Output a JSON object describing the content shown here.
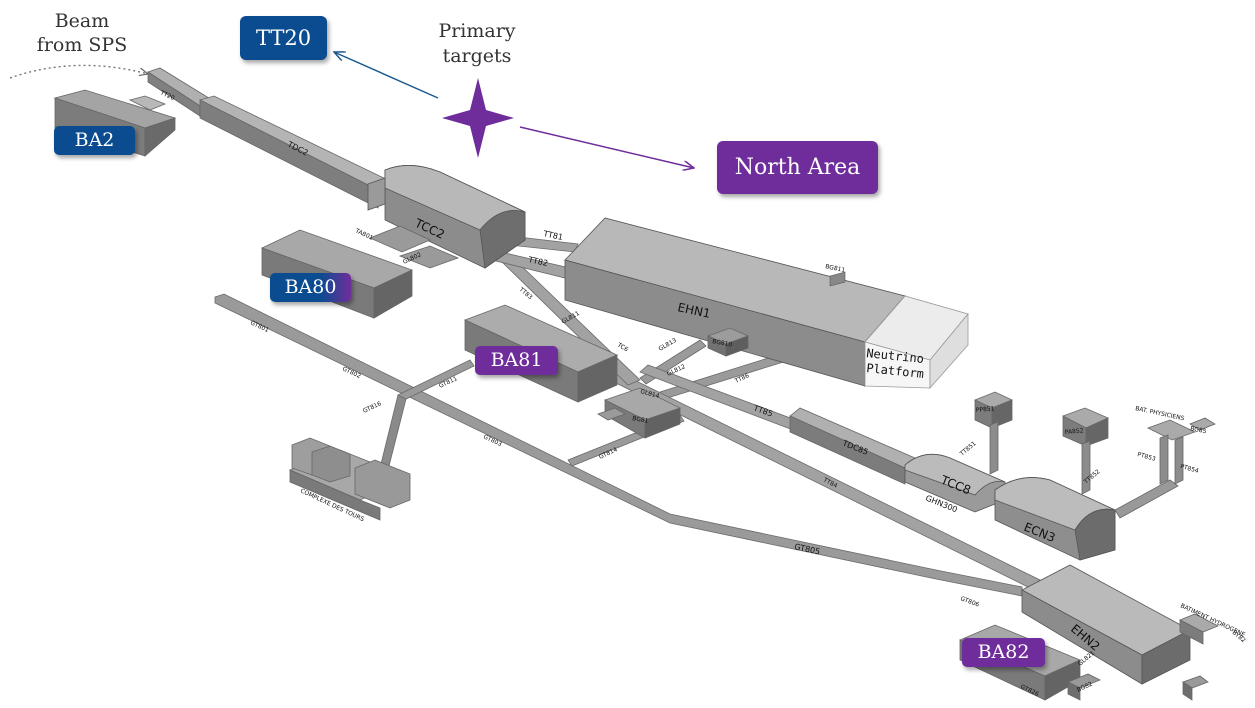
{
  "annotations": {
    "beam_source": [
      "Beam",
      "from SPS"
    ],
    "primary_targets": [
      "Primary",
      "targets"
    ]
  },
  "badges": {
    "tt20": "TT20",
    "ba2": "BA2",
    "ba80": "BA80",
    "ba81": "BA81",
    "ba82": "BA82",
    "north_area": "North Area"
  },
  "tunnel_labels": {
    "tt20": "TT20",
    "tdc2": "TDC2",
    "tcc2": "TCC2",
    "ta801": "TA801",
    "gl802": "GL802",
    "tt81": "TT81",
    "tt82": "TT82",
    "tt83": "TT83",
    "gt801": "GT801",
    "gt802": "GT802",
    "gt803": "GT803",
    "gt805": "GT805",
    "gt816": "GT816",
    "gt811": "GT811",
    "gt814": "GT814",
    "gl811": "GL811",
    "gl813": "GL813",
    "gl812": "GL812",
    "gl814": "GL814",
    "tt84": "TT84",
    "tt85": "TT85",
    "tt86": "TT86",
    "tdc85": "TDC85",
    "tcc8": "TCC8",
    "ghn300": "GHN300",
    "ecn3": "ECN3",
    "ehn1": "EHN1",
    "ehn2": "EHN2",
    "bg811": "BG811",
    "bg810": "BG810",
    "bg81": "BG81",
    "tc6": "TC6",
    "pp851": "PP851",
    "tt851": "TT851",
    "pa852": "PA852",
    "tt852": "TT852",
    "bat_physiciens": "BAT. PHYSICIENS",
    "bg85": "BG85",
    "pt853": "PT853",
    "pt854": "PT854",
    "complexe_des_tours": "COMPLEXE DES TOURS",
    "batiment_hydrogene": "BATIMENT HYDROGENE",
    "by82": "BY82",
    "gt806": "GT806",
    "gl821": "GL821",
    "bg82": "BG82",
    "gt826": "GT826",
    "neutrino_platform": [
      "Neutrino",
      "Platform"
    ]
  },
  "colors": {
    "blue_badge": "#0a4c8f",
    "purple_badge": "#6f2d9c",
    "structure_top": "#aeaeae",
    "structure_side": "#7f7f7f",
    "structure_dark": "#5f5f5f"
  }
}
